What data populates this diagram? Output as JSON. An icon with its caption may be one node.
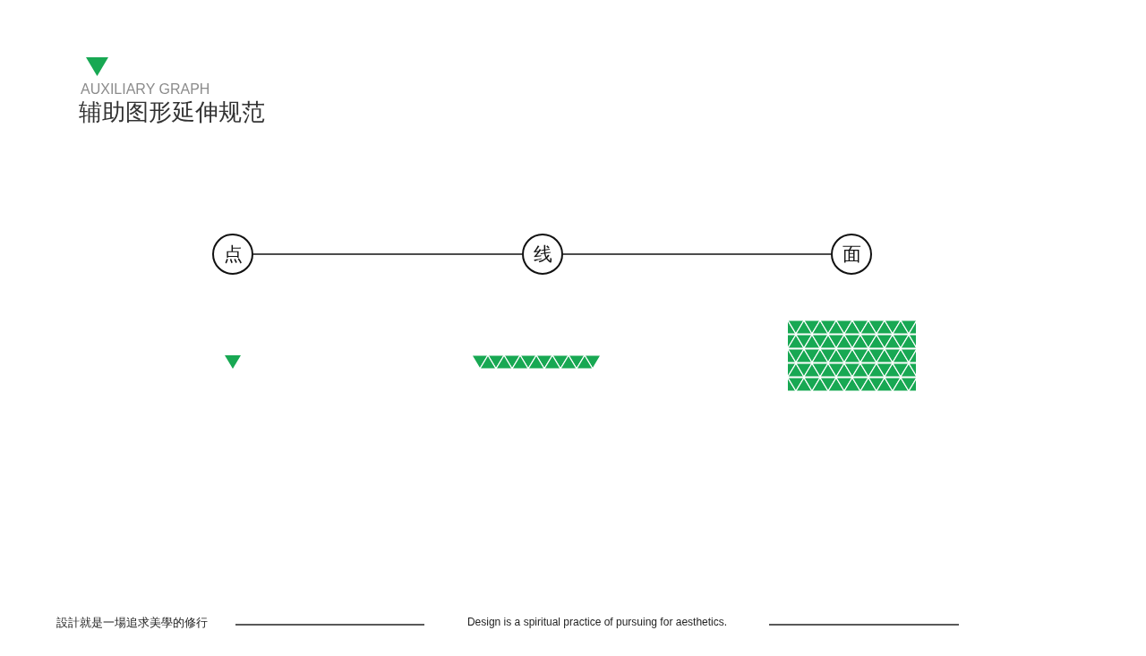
{
  "diagram": {
    "title": "辅助图形延伸规范",
    "nodes": [
      {
        "text": [
          "点"
        ]
      },
      {
        "text": [
          "线"
        ]
      },
      {
        "text": [
          "面"
        ]
      }
    ],
    "edges": [
      {
        "from": 0,
        "to": 1,
        "arrow": "none"
      },
      {
        "from": 1,
        "to": 2,
        "arrow": "none"
      }
    ],
    "labels": [
      "AUXILIARY GRAPH",
      "設計就是一場追求美學的修行",
      "Design is a spiritual practice of pursuing for aesthetics."
    ]
  }
}
